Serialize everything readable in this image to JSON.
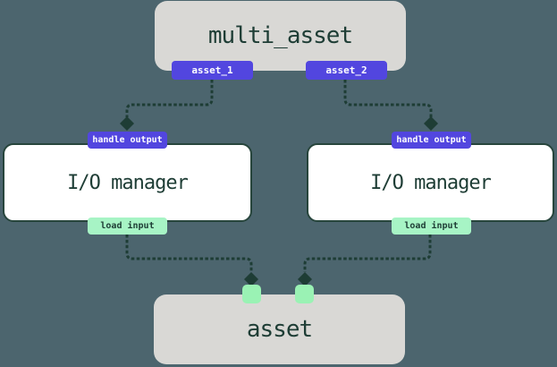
{
  "colors": {
    "background": "#4c656e",
    "ink": "#1e3d35",
    "purple": "#5246df",
    "green_badge": "#a7f4c5",
    "green_square": "#9af2b4",
    "node_gray": "#d9d8d5",
    "node_white": "#ffffff"
  },
  "multi_asset": {
    "label": "multi_asset",
    "outputs": [
      {
        "label": "asset_1"
      },
      {
        "label": "asset_2"
      }
    ]
  },
  "io_managers": [
    {
      "handle_output": "handle output",
      "label": "I/O manager",
      "load_input": "load input"
    },
    {
      "handle_output": "handle output",
      "label": "I/O manager",
      "load_input": "load input"
    }
  ],
  "asset": {
    "label": "asset"
  }
}
